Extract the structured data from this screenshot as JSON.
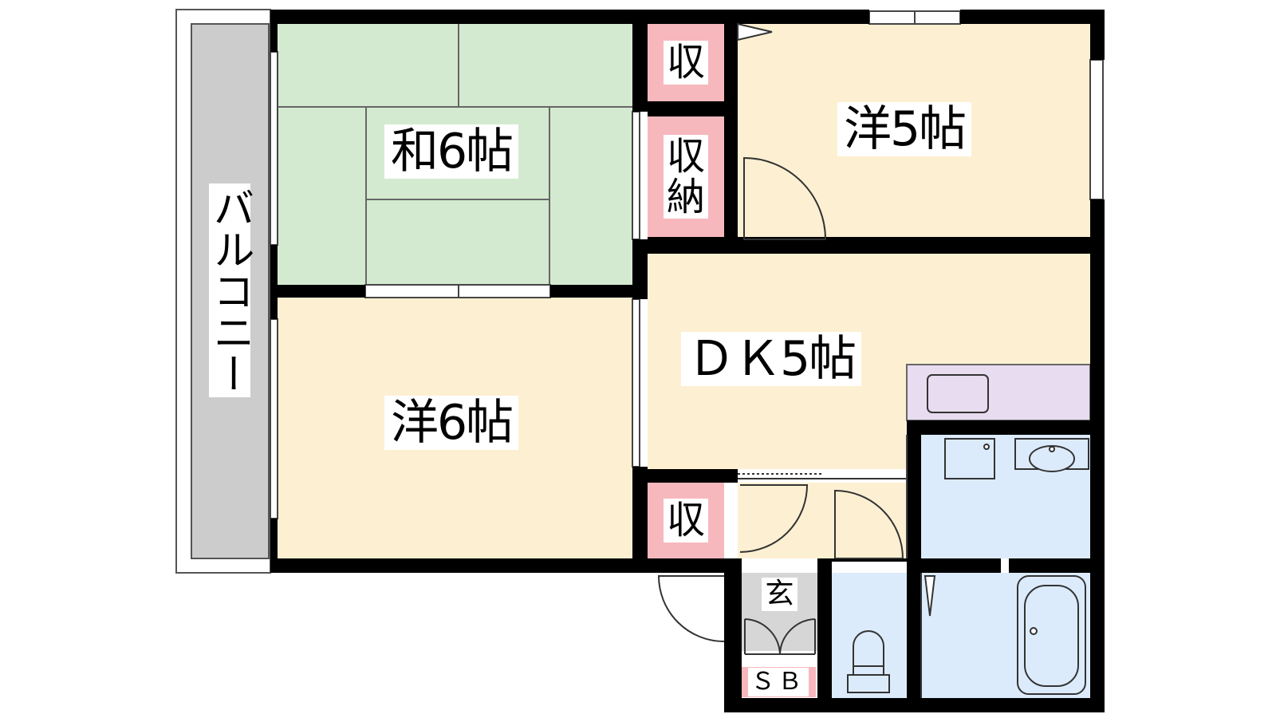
{
  "rooms": {
    "washitsu": "和6帖",
    "yoshitsu5": "洋5帖",
    "yoshitsu6": "洋6帖",
    "dk": "ＤＫ5帖",
    "balcony": "バルコニー"
  },
  "storage": {
    "top": "収",
    "middle": "収\n納",
    "lower": "収",
    "shoebox": "ＳＢ",
    "entrance": "玄"
  },
  "colors": {
    "wall": "#000000",
    "balcony": "#cccccc",
    "tatami": "#d4ead0",
    "western": "#fdf0d2",
    "storage": "#f7b8bd",
    "kitchen": "#e8dcf0",
    "wet": "#dcebfb",
    "entrance": "#d6d6d6"
  }
}
